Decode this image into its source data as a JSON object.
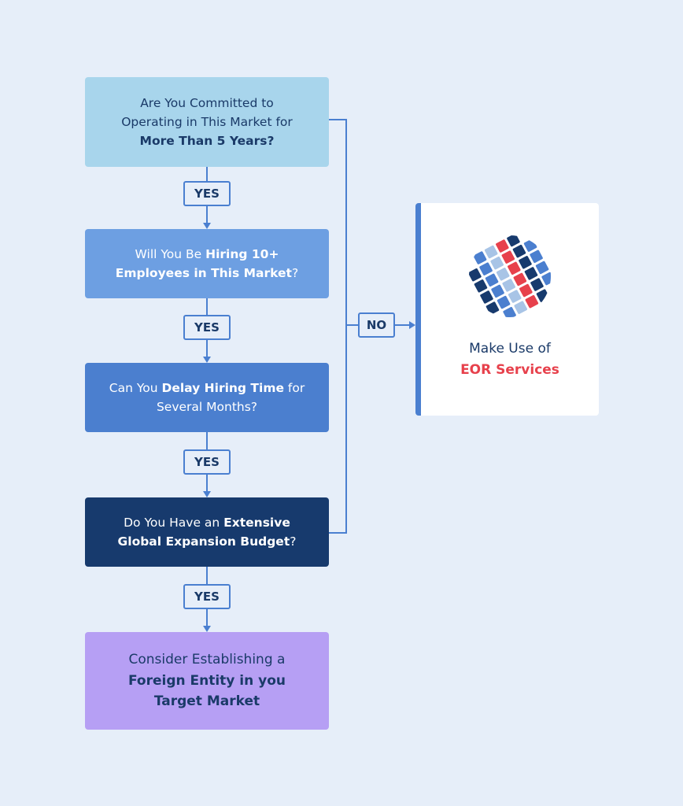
{
  "nodes": {
    "q1": {
      "line1": "Are You Committed to",
      "line2": "Operating in This Market for",
      "line3_bold": "More Than 5 Years?"
    },
    "q2": {
      "pre": "Will You Be ",
      "bold1": "Hiring 10+",
      "bold2": "Employees in This Market",
      "post": "?"
    },
    "q3": {
      "pre": "Can You ",
      "bold": "Delay Hiring Time",
      "post": " for",
      "line2": "Several Months?"
    },
    "q4": {
      "pre": "Do You Have an ",
      "bold1": "Extensive",
      "bold2": "Global Expansion Budget",
      "post": "?"
    },
    "result": {
      "line1": "Consider Establishing a",
      "bold1": "Foreign Entity in you",
      "bold2": "Target Market"
    }
  },
  "edges": {
    "yes_label": "YES",
    "no_label": "NO"
  },
  "eor": {
    "line1": "Make Use of",
    "highlight": "EOR Services",
    "logo_icon": "globe-icon",
    "colors": {
      "accent": "#e7414c",
      "dark": "#173a6d",
      "mid": "#4b7fcf",
      "light": "#a8c4e6"
    }
  }
}
